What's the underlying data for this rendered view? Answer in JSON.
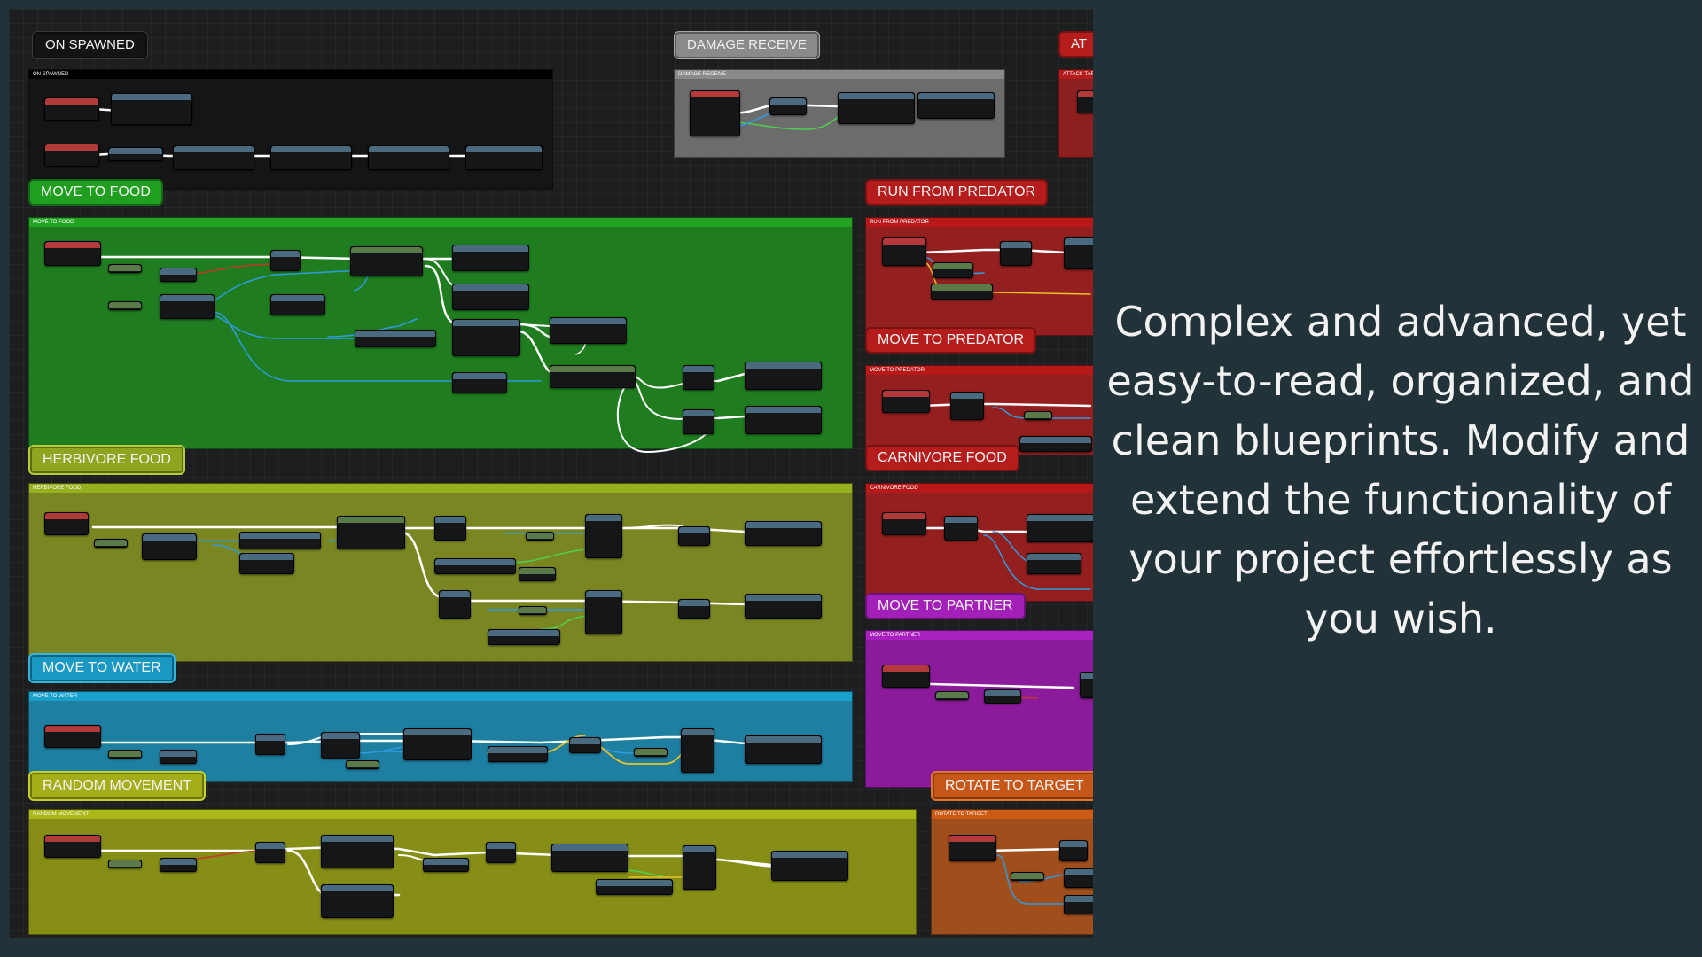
{
  "labels": {
    "on_spawned": "ON SPAWNED",
    "damage_receive": "DAMAGE RECEIVE",
    "attack": "AT",
    "move_to_food": "MOVE TO FOOD",
    "run_from_predator": "RUN FROM PREDATOR",
    "move_to_predator": "MOVE TO PREDATOR",
    "herbivore_food": "HERBIVORE FOOD",
    "carnivore_food": "CARNIVORE FOOD",
    "move_to_partner": "MOVE TO PARTNER",
    "move_to_water": "MOVE TO WATER",
    "random_movement": "RANDOM MOVEMENT",
    "rotate_to_target": "ROTATE TO TARGET"
  },
  "comment_headers": {
    "on_spawned": "ON SPAWNED",
    "damage_receive": "DAMAGE RECEIVE",
    "attack": "ATTACK TAR",
    "move_to_food": "MOVE TO FOOD",
    "run_from_predator": "RUN FROM PREDATOR",
    "move_to_predator": "MOVE TO PREDATOR",
    "herbivore_food": "HERBIVORE FOOD",
    "carnivore_food": "CARNIVORE FOOD",
    "move_to_partner": "MOVE TO PARTNER",
    "move_to_water": "MOVE TO WATER",
    "random_movement": "RANDOM MOVEMENT",
    "rotate_to_target": "ROTATE TO TARGET"
  },
  "colors": {
    "green": "#1f7d1f",
    "olive": "#7b8a1e",
    "blue": "#1e84a8",
    "yellow": "#8f9a12",
    "red": "#9c1c1c",
    "purple": "#8c1b9c",
    "orange": "#a8501c",
    "gray": "#8a8a8a",
    "black": "#141414",
    "exec_wire": "#ffffff",
    "blue_wire": "#2f9be0",
    "green_wire": "#4fd04f",
    "yellow_wire": "#e8c22a",
    "red_wire": "#c0392b"
  },
  "tagline": "Complex and advanced, yet easy-to-read, organized, and clean blueprints. Modify and extend the functionality of your project effortlessly as you wish."
}
